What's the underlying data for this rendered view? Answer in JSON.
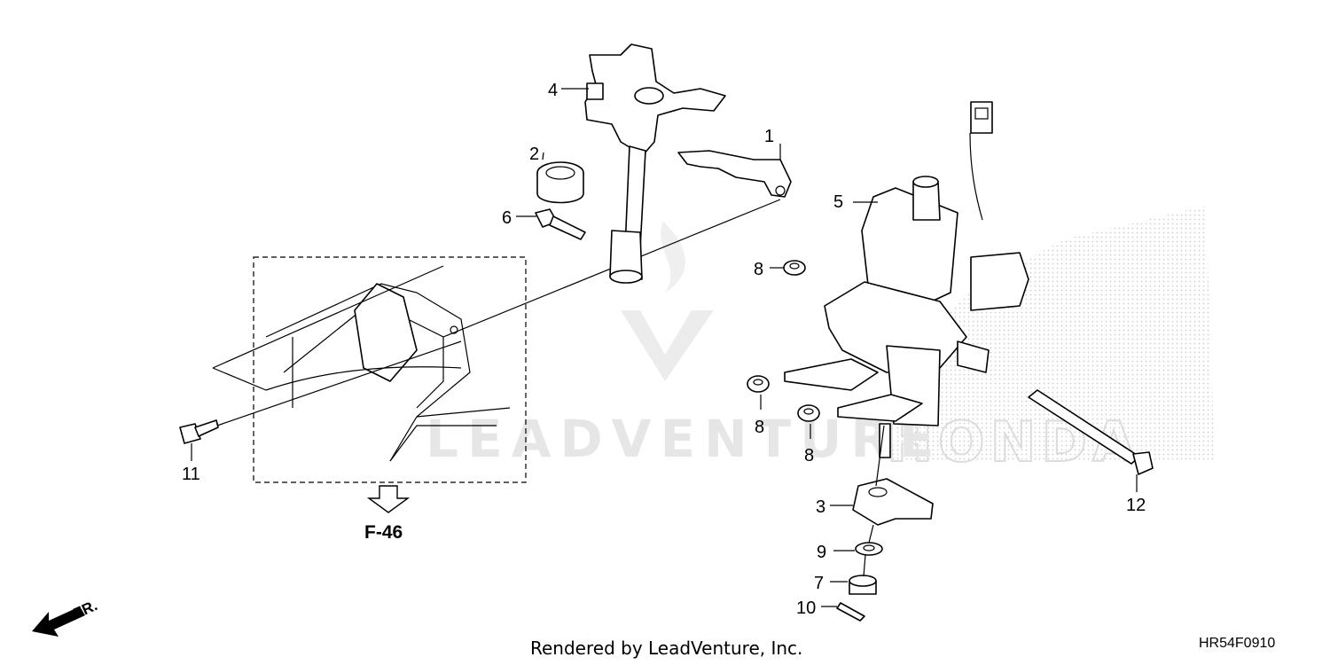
{
  "diagram": {
    "watermark_text": "LEADVENTURE",
    "brand_watermark": "HONDA",
    "footer_credit": "Rendered by LeadVenture, Inc.",
    "diagram_code": "HR54F0910",
    "ref_section": "F-46",
    "front_label": "FR.",
    "callouts": {
      "c1": "1",
      "c2": "2",
      "c3": "3",
      "c4": "4",
      "c5": "5",
      "c6": "6",
      "c7": "7",
      "c8a": "8",
      "c8b": "8",
      "c8c": "8",
      "c9": "9",
      "c10": "10",
      "c11": "11",
      "c12": "12"
    }
  }
}
